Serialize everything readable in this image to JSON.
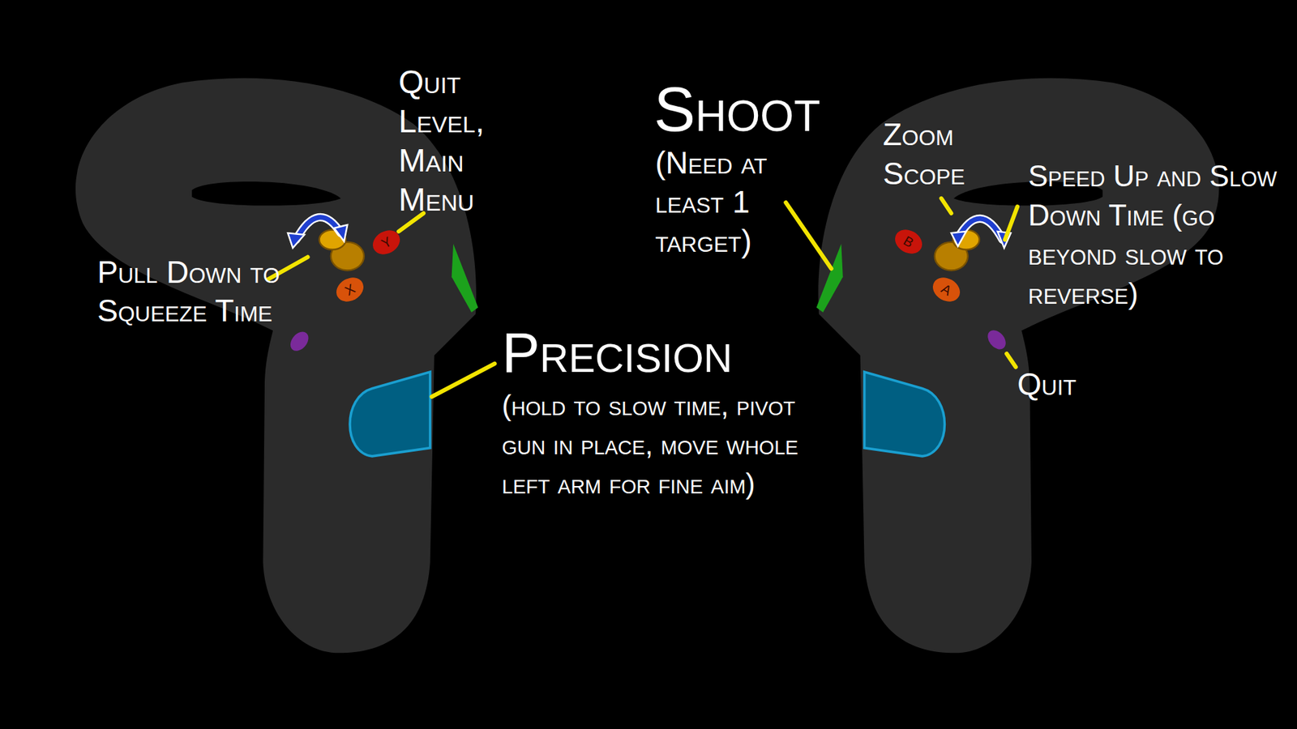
{
  "diagram": {
    "nodes": [
      {
        "text": [
          "Y"
        ]
      },
      {
        "text": [
          "X"
        ]
      },
      {
        "text": [
          "B"
        ]
      },
      {
        "text": [
          "A"
        ]
      }
    ],
    "labels": [
      "Quit Level, Main Menu",
      "Pull Down to Squeeze Time",
      "Shoot",
      "(Need at least 1 target)",
      "Precision",
      "(hold to slow time, pivot gun in place, move whole left arm for fine aim)",
      "Zoom Scope",
      "Speed Up and Slow Down Time (go beyond slow to reverse)",
      "Quit"
    ]
  }
}
